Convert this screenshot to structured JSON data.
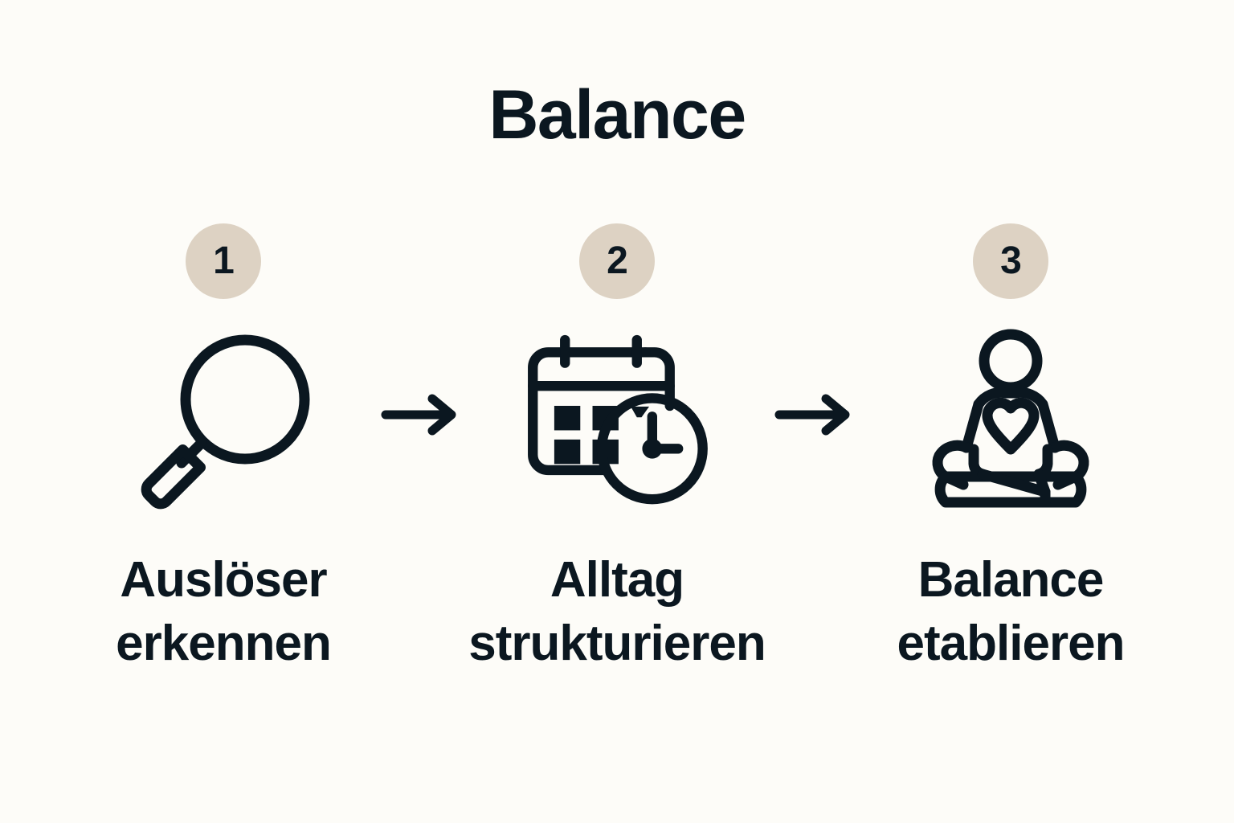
{
  "page": {
    "background_color": "#fdfcf8",
    "ink_color": "#0b1720",
    "accent_color": "#ddd2c3",
    "title": "Balance"
  },
  "steps": [
    {
      "number": "1",
      "icon": "magnifying-glass-icon",
      "caption": "Auslöser\nerkennen"
    },
    {
      "number": "2",
      "icon": "calendar-clock-icon",
      "caption": "Alltag\nstrukturieren"
    },
    {
      "number": "3",
      "icon": "meditating-person-heart-icon",
      "caption": "Balance\netablieren"
    }
  ],
  "connectors": [
    {
      "icon": "arrow-right-icon"
    },
    {
      "icon": "arrow-right-icon"
    }
  ]
}
